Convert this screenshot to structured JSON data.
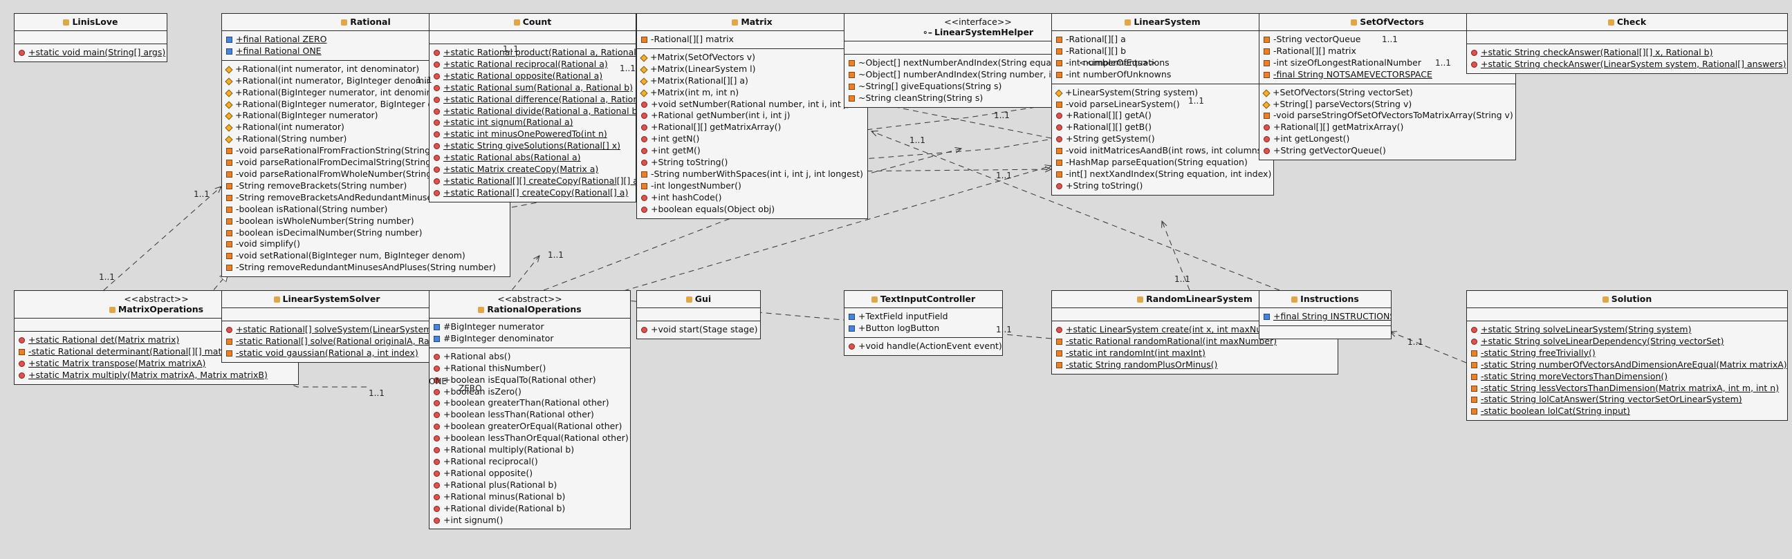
{
  "classes": [
    {
      "name": "LinisLove",
      "stereotype": "",
      "kind": "class",
      "attrs": [],
      "methods": [
        {
          "v": "public",
          "s": true,
          "t": "+static void main(String[] args)"
        }
      ]
    },
    {
      "name": "Rational",
      "stereotype": "",
      "kind": "class",
      "attrs": [
        {
          "v": "package",
          "s": true,
          "t": "+final Rational ZERO"
        },
        {
          "v": "package",
          "s": true,
          "t": "+final Rational ONE"
        }
      ],
      "methods": [
        {
          "v": "protected",
          "s": false,
          "t": "+Rational(int numerator, int denominator)"
        },
        {
          "v": "protected",
          "s": false,
          "t": "+Rational(int numerator, BigInteger denominator)"
        },
        {
          "v": "protected",
          "s": false,
          "t": "+Rational(BigInteger numerator, int denominator)"
        },
        {
          "v": "protected",
          "s": false,
          "t": "+Rational(BigInteger numerator, BigInteger denominator)"
        },
        {
          "v": "protected",
          "s": false,
          "t": "+Rational(BigInteger numerator)"
        },
        {
          "v": "protected",
          "s": false,
          "t": "+Rational(int numerator)"
        },
        {
          "v": "protected",
          "s": false,
          "t": "+Rational(String number)"
        },
        {
          "v": "private",
          "s": false,
          "t": "-void parseRationalFromFractionString(String number)"
        },
        {
          "v": "private",
          "s": false,
          "t": "-void parseRationalFromDecimalString(String number)"
        },
        {
          "v": "private",
          "s": false,
          "t": "-void parseRationalFromWholeNumber(String number)"
        },
        {
          "v": "private",
          "s": false,
          "t": "-String removeBrackets(String number)"
        },
        {
          "v": "private",
          "s": false,
          "t": "-String removeBracketsAndRedundantMinuses(String number)"
        },
        {
          "v": "private",
          "s": false,
          "t": "-boolean isRational(String number)"
        },
        {
          "v": "private",
          "s": false,
          "t": "-boolean isWholeNumber(String number)"
        },
        {
          "v": "private",
          "s": false,
          "t": "-boolean isDecimalNumber(String number)"
        },
        {
          "v": "private",
          "s": false,
          "t": "-void simplify()"
        },
        {
          "v": "private",
          "s": false,
          "t": "-void setRational(BigInteger num, BigInteger denom)"
        },
        {
          "v": "private",
          "s": false,
          "t": "-String removeRedundantMinusesAndPluses(String number)"
        }
      ]
    },
    {
      "name": "Count",
      "stereotype": "",
      "kind": "class",
      "attrs": [],
      "methods": [
        {
          "v": "public",
          "s": true,
          "t": "+static Rational product(Rational a, Rational b)"
        },
        {
          "v": "public",
          "s": true,
          "t": "+static Rational reciprocal(Rational a)"
        },
        {
          "v": "public",
          "s": true,
          "t": "+static Rational opposite(Rational a)"
        },
        {
          "v": "public",
          "s": true,
          "t": "+static Rational sum(Rational a, Rational b)"
        },
        {
          "v": "public",
          "s": true,
          "t": "+static Rational difference(Rational a, Rational b)"
        },
        {
          "v": "public",
          "s": true,
          "t": "+static Rational divide(Rational a, Rational b)"
        },
        {
          "v": "public",
          "s": true,
          "t": "+static int signum(Rational a)"
        },
        {
          "v": "public",
          "s": true,
          "t": "+static int minusOnePoweredTo(int n)"
        },
        {
          "v": "public",
          "s": true,
          "t": "+static String giveSolutions(Rational[] x)"
        },
        {
          "v": "public",
          "s": true,
          "t": "+static Rational abs(Rational a)"
        },
        {
          "v": "public",
          "s": true,
          "t": "+static Matrix createCopy(Matrix a)"
        },
        {
          "v": "public",
          "s": true,
          "t": "+static Rational[][] createCopy(Rational[][] a)"
        },
        {
          "v": "public",
          "s": true,
          "t": "+static Rational[] createCopy(Rational[] a)"
        }
      ]
    },
    {
      "name": "Matrix",
      "stereotype": "",
      "kind": "class",
      "attrs": [
        {
          "v": "private",
          "s": false,
          "t": "-Rational[][] matrix"
        }
      ],
      "methods": [
        {
          "v": "protected",
          "s": false,
          "t": "+Matrix(SetOfVectors v)"
        },
        {
          "v": "protected",
          "s": false,
          "t": "+Matrix(LinearSystem l)"
        },
        {
          "v": "protected",
          "s": false,
          "t": "+Matrix(Rational[][] a)"
        },
        {
          "v": "protected",
          "s": false,
          "t": "+Matrix(int m, int n)"
        },
        {
          "v": "public",
          "s": false,
          "t": "+void setNumber(Rational number, int i, int j)"
        },
        {
          "v": "public",
          "s": false,
          "t": "+Rational getNumber(int i, int j)"
        },
        {
          "v": "public",
          "s": false,
          "t": "+Rational[][] getMatrixArray()"
        },
        {
          "v": "public",
          "s": false,
          "t": "+int getN()"
        },
        {
          "v": "public",
          "s": false,
          "t": "+int getM()"
        },
        {
          "v": "public",
          "s": false,
          "t": "+String toString()"
        },
        {
          "v": "private",
          "s": false,
          "t": "-String numberWithSpaces(int i, int j, int longest)"
        },
        {
          "v": "private",
          "s": false,
          "t": "-int longestNumber()"
        },
        {
          "v": "public",
          "s": false,
          "t": "+int hashCode()"
        },
        {
          "v": "public",
          "s": false,
          "t": "+boolean equals(Object obj)"
        }
      ]
    },
    {
      "name": "LinearSystemHelper",
      "stereotype": "<<interface>>",
      "kind": "interface",
      "attrs": [],
      "methods": [
        {
          "v": "private",
          "s": false,
          "t": "~Object[] nextNumberAndIndex(String equation, int index)"
        },
        {
          "v": "private",
          "s": false,
          "t": "~Object[] numberAndIndex(String number, int index)"
        },
        {
          "v": "private",
          "s": false,
          "t": "~String[] giveEquations(String s)"
        },
        {
          "v": "private",
          "s": false,
          "t": "~String cleanString(String s)"
        }
      ]
    },
    {
      "name": "LinearSystem",
      "stereotype": "",
      "kind": "class",
      "attrs": [
        {
          "v": "private",
          "s": false,
          "t": "-Rational[][] a"
        },
        {
          "v": "private",
          "s": false,
          "t": "-Rational[][] b"
        },
        {
          "v": "private",
          "s": false,
          "t": "-int numberOfEquations"
        },
        {
          "v": "private",
          "s": false,
          "t": "-int numberOfUnknowns"
        }
      ],
      "methods": [
        {
          "v": "protected",
          "s": false,
          "t": "+LinearSystem(String system)"
        },
        {
          "v": "private",
          "s": false,
          "t": "-void parseLinearSystem()"
        },
        {
          "v": "public",
          "s": false,
          "t": "+Rational[][] getA()"
        },
        {
          "v": "public",
          "s": false,
          "t": "+Rational[][] getB()"
        },
        {
          "v": "public",
          "s": false,
          "t": "+String getSystem()"
        },
        {
          "v": "private",
          "s": false,
          "t": "-void initMatricesAandB(int rows, int columns)"
        },
        {
          "v": "private",
          "s": false,
          "t": "-HashMap parseEquation(String equation)"
        },
        {
          "v": "private",
          "s": false,
          "t": "-int[] nextXandIndex(String equation, int index)"
        },
        {
          "v": "public",
          "s": false,
          "t": "+String toString()"
        }
      ]
    },
    {
      "name": "SetOfVectors",
      "stereotype": "",
      "kind": "class",
      "attrs": [
        {
          "v": "private",
          "s": false,
          "t": "-String vectorQueue"
        },
        {
          "v": "private",
          "s": false,
          "t": "-Rational[][] matrix"
        },
        {
          "v": "private",
          "s": false,
          "t": "-int sizeOfLongestRationalNumber"
        },
        {
          "v": "private",
          "s": true,
          "t": "-final String NOTSAMEVECTORSPACE"
        }
      ],
      "methods": [
        {
          "v": "protected",
          "s": false,
          "t": "+SetOfVectors(String vectorSet)"
        },
        {
          "v": "protected",
          "s": false,
          "t": "+String[] parseVectors(String v)"
        },
        {
          "v": "private",
          "s": false,
          "t": "-void parseStringOfSetOfVectorsToMatrixArray(String v)"
        },
        {
          "v": "public",
          "s": false,
          "t": "+Rational[][] getMatrixArray()"
        },
        {
          "v": "public",
          "s": false,
          "t": "+int getLongest()"
        },
        {
          "v": "public",
          "s": false,
          "t": "+String getVectorQueue()"
        }
      ]
    },
    {
      "name": "Check",
      "stereotype": "",
      "kind": "class",
      "attrs": [],
      "methods": [
        {
          "v": "public",
          "s": true,
          "t": "+static String checkAnswer(Rational[][] x, Rational b)"
        },
        {
          "v": "public",
          "s": true,
          "t": "+static String checkAnswer(LinearSystem system, Rational[] answers)"
        }
      ]
    },
    {
      "name": "MatrixOperations",
      "stereotype": "<<abstract>>",
      "kind": "class",
      "attrs": [],
      "methods": [
        {
          "v": "public",
          "s": true,
          "t": "+static Rational det(Matrix matrix)"
        },
        {
          "v": "private",
          "s": true,
          "t": "-static Rational determinant(Rational[][] matrix)"
        },
        {
          "v": "public",
          "s": true,
          "t": "+static Matrix transpose(Matrix matrixA)"
        },
        {
          "v": "public",
          "s": true,
          "t": "+static Matrix multiply(Matrix matrixA, Matrix matrixB)"
        }
      ]
    },
    {
      "name": "LinearSystemSolver",
      "stereotype": "",
      "kind": "class",
      "attrs": [],
      "methods": [
        {
          "v": "public",
          "s": true,
          "t": "+static Rational[] solveSystem(LinearSystem system)"
        },
        {
          "v": "private",
          "s": true,
          "t": "-static Rational[] solve(Rational originalA, Rational b)"
        },
        {
          "v": "private",
          "s": true,
          "t": "-static void gaussian(Rational a, int index)"
        }
      ]
    },
    {
      "name": "RationalOperations",
      "stereotype": "<<abstract>>",
      "kind": "class",
      "attrs": [
        {
          "v": "package",
          "s": false,
          "t": "#BigInteger numerator"
        },
        {
          "v": "package",
          "s": false,
          "t": "#BigInteger denominator"
        }
      ],
      "methods": [
        {
          "v": "public",
          "s": false,
          "t": "+Rational abs()"
        },
        {
          "v": "public",
          "s": false,
          "t": "+Rational thisNumber()"
        },
        {
          "v": "public",
          "s": false,
          "t": "+boolean isEqualTo(Rational other)"
        },
        {
          "v": "public",
          "s": false,
          "t": "+boolean isZero()"
        },
        {
          "v": "public",
          "s": false,
          "t": "+boolean greaterThan(Rational other)"
        },
        {
          "v": "public",
          "s": false,
          "t": "+boolean lessThan(Rational other)"
        },
        {
          "v": "public",
          "s": false,
          "t": "+boolean greaterOrEqual(Rational other)"
        },
        {
          "v": "public",
          "s": false,
          "t": "+boolean lessThanOrEqual(Rational other)"
        },
        {
          "v": "public",
          "s": false,
          "t": "+Rational multiply(Rational b)"
        },
        {
          "v": "public",
          "s": false,
          "t": "+Rational reciprocal()"
        },
        {
          "v": "public",
          "s": false,
          "t": "+Rational opposite()"
        },
        {
          "v": "public",
          "s": false,
          "t": "+Rational plus(Rational b)"
        },
        {
          "v": "public",
          "s": false,
          "t": "+Rational minus(Rational b)"
        },
        {
          "v": "public",
          "s": false,
          "t": "+Rational divide(Rational b)"
        },
        {
          "v": "public",
          "s": false,
          "t": "+int signum()"
        }
      ]
    },
    {
      "name": "Gui",
      "stereotype": "",
      "kind": "class",
      "attrs": [],
      "methods": [
        {
          "v": "public",
          "s": false,
          "t": "+void start(Stage stage)"
        }
      ]
    },
    {
      "name": "TextInputController",
      "stereotype": "",
      "kind": "class",
      "attrs": [
        {
          "v": "package",
          "s": false,
          "t": "+TextField inputField"
        },
        {
          "v": "package",
          "s": false,
          "t": "+Button logButton"
        }
      ],
      "methods": [
        {
          "v": "public",
          "s": false,
          "t": "+void handle(ActionEvent event)"
        }
      ]
    },
    {
      "name": "RandomLinearSystem",
      "stereotype": "",
      "kind": "class",
      "attrs": [],
      "methods": [
        {
          "v": "public",
          "s": true,
          "t": "+static LinearSystem create(int x, int maxNumber)"
        },
        {
          "v": "private",
          "s": true,
          "t": "-static Rational randomRational(int maxNumber)"
        },
        {
          "v": "private",
          "s": true,
          "t": "-static int randomInt(int maxInt)"
        },
        {
          "v": "private",
          "s": true,
          "t": "-static String randomPlusOrMinus()"
        }
      ]
    },
    {
      "name": "Instructions",
      "stereotype": "",
      "kind": "class",
      "attrs": [
        {
          "v": "package",
          "s": true,
          "t": "+final String INSTRUCTIONS"
        }
      ],
      "methods": []
    },
    {
      "name": "Solution",
      "stereotype": "",
      "kind": "class",
      "attrs": [],
      "methods": [
        {
          "v": "public",
          "s": true,
          "t": "+static String solveLinearSystem(String system)"
        },
        {
          "v": "public",
          "s": true,
          "t": "+static String solveLinearDependency(String vectorSet)"
        },
        {
          "v": "private",
          "s": true,
          "t": "-static String freeTrivially()"
        },
        {
          "v": "private",
          "s": true,
          "t": "-static String numberOfVectorsAndDimensionAreEqual(Matrix matrixA)"
        },
        {
          "v": "private",
          "s": true,
          "t": "-static String moreVectorsThanDimension()"
        },
        {
          "v": "private",
          "s": true,
          "t": "-static String lessVectorsThanDimension(Matrix matrixA, int m, int n)"
        },
        {
          "v": "private",
          "s": true,
          "t": "-static String lolCatAnswer(String vectorSetOrLinearSystem)"
        },
        {
          "v": "private",
          "s": true,
          "t": "-static boolean lolCat(String input)"
        }
      ]
    }
  ],
  "multiplicities": [
    "1..1",
    "1..1",
    "1..1",
    "1..1",
    "1..1",
    "1..1",
    "1..1",
    "1..1",
    "1..1",
    "1..1",
    "1..1",
    "1..1",
    "1..1",
    "1..1",
    "1..1",
    "1..1"
  ],
  "implements_label": "<<implements>>",
  "field_labels": [
    "ONE",
    "ZERO"
  ]
}
